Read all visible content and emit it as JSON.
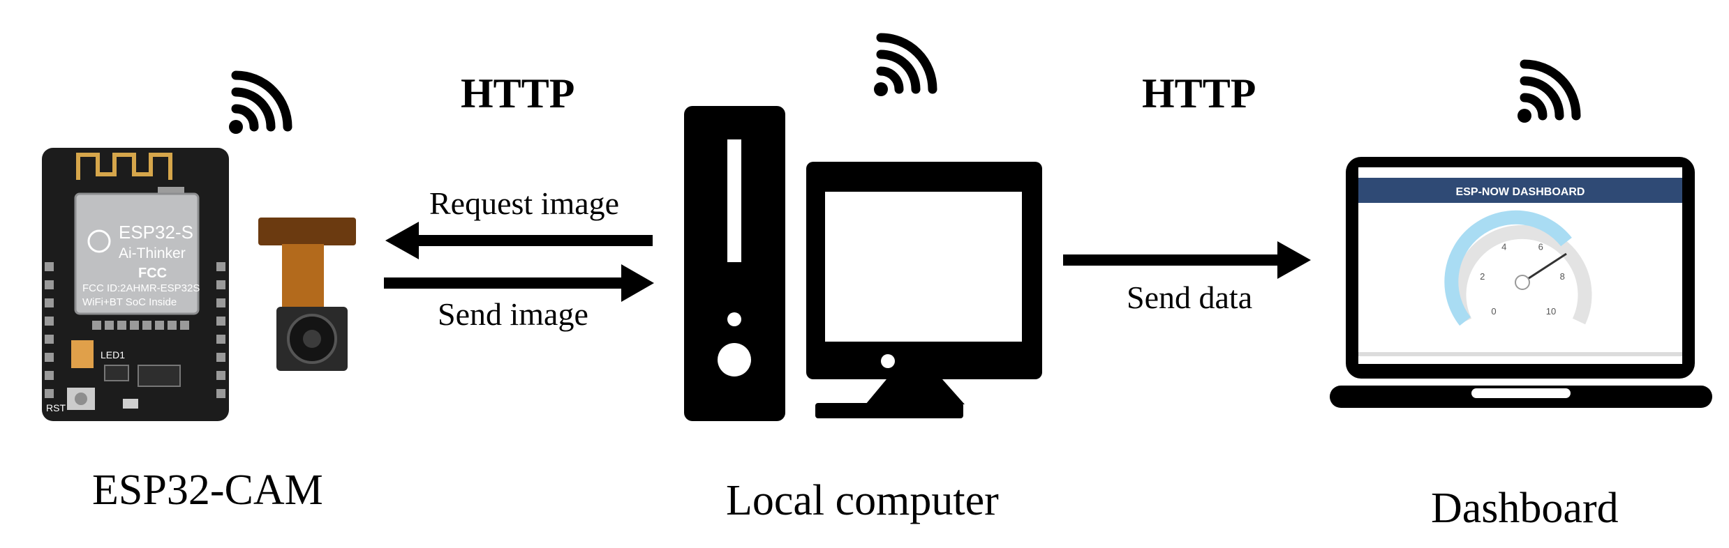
{
  "nodes": {
    "camera": {
      "label": "ESP32-CAM"
    },
    "computer": {
      "label": "Local computer"
    },
    "dashboard": {
      "label": "Dashboard"
    }
  },
  "links": {
    "left_protocol": "HTTP",
    "right_protocol": "HTTP",
    "request": "Request image",
    "send_image": "Send image",
    "send_data": "Send data"
  },
  "board": {
    "module_name": "ESP32-S",
    "module_vendor": "Ai-Thinker",
    "fcc_badge": "FCC",
    "fcc_id": "FCC ID:2AHMR-ESP32S",
    "module_desc": "WiFi+BT SoC Inside",
    "led_label": "LED1",
    "reset_label": "RST"
  },
  "screen": {
    "header": "ESP-NOW DASHBOARD",
    "gauge_ticks": [
      "0",
      "2",
      "4",
      "6",
      "8",
      "10"
    ]
  },
  "colors": {
    "ink": "#000000",
    "board": "#1c1c1c",
    "module_shield": "#bfc0c2",
    "ribbon": "#b36a1c",
    "screen_header": "#2f4a75",
    "gauge_fill": "#a9dcf3",
    "gauge_track": "#e3e3e3"
  }
}
